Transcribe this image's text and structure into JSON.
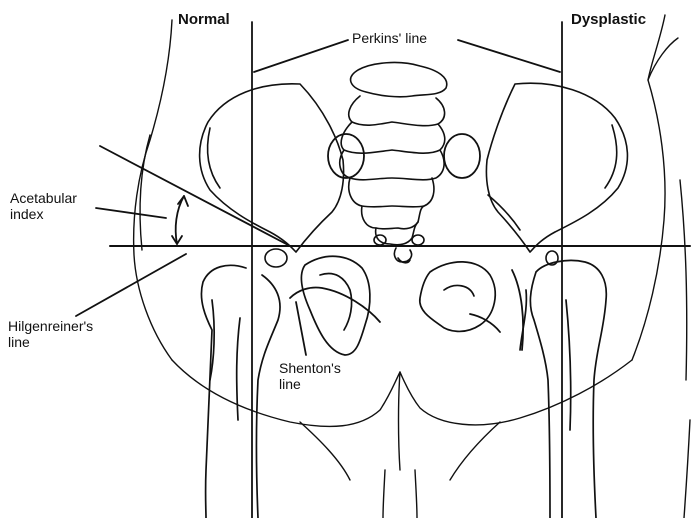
{
  "labels": {
    "normal": "Normal",
    "dysplastic": "Dysplastic",
    "perkins": "Perkins' line",
    "acetabular_line1": "Acetabular",
    "acetabular_line2": "index",
    "hilgenreiner_line1": "Hilgenreiner's",
    "hilgenreiner_line2": "line",
    "shenton_line1": "Shenton's",
    "shenton_line2": "line"
  },
  "colors": {
    "ink": "#111111",
    "background": "#ffffff"
  }
}
